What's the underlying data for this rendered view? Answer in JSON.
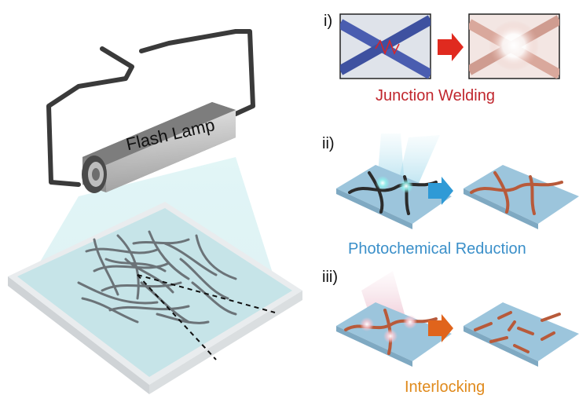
{
  "lamp": {
    "label": "Flash Lamp"
  },
  "panels": [
    {
      "number": "i)",
      "caption": "Junction Welding",
      "caption_color": "#c0262d",
      "arrow_color": "#e02a1f"
    },
    {
      "number": "ii)",
      "caption": "Photochemical Reduction",
      "caption_color": "#3a8fc9",
      "arrow_color": "#2f9ad6"
    },
    {
      "number": "iii)",
      "caption": "Interlocking",
      "caption_color": "#e08a1c",
      "arrow_color": "#e0641c"
    }
  ],
  "colors": {
    "nanowire": "#4a5db0",
    "welded_glow": "#e8b7ad",
    "substrate": "#b7d8e6",
    "beam": "#cfeef0",
    "wire_dark": "#2b2b2b",
    "wire_copper": "#b85a3a"
  }
}
